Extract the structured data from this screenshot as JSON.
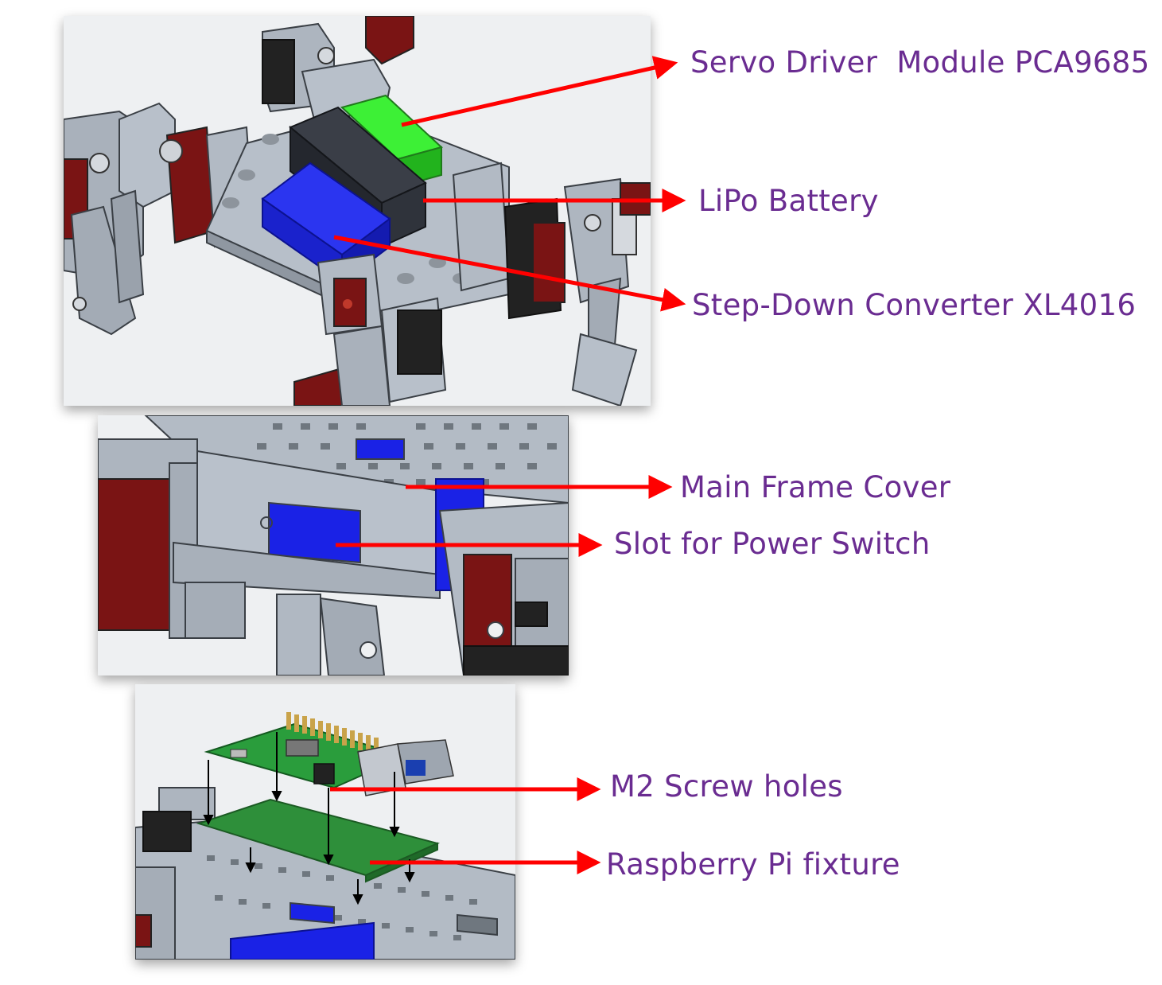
{
  "labels": {
    "servo_driver": "Servo Driver  Module PCA9685",
    "lipo_battery": "LiPo Battery",
    "step_down": "Step-Down Converter XL4016",
    "main_frame_cover": "Main Frame Cover",
    "power_switch_slot": "Slot for Power Switch",
    "m2_screw_holes": "M2 Screw holes",
    "rpi_fixture": "Raspberry Pi fixture"
  },
  "colors": {
    "label_text": "#6a2c91",
    "arrow": "#ff0000",
    "frame_gray": "#aeb6c0",
    "servo_red": "#7a1414",
    "servo_black": "#222222",
    "battery_black": "#2b2e35",
    "driver_green": "#33e62e",
    "converter_blue": "#1a22e6",
    "pcb_green": "#2e8f3a"
  },
  "icons": {
    "arrow_head": "triangle-arrowhead"
  }
}
